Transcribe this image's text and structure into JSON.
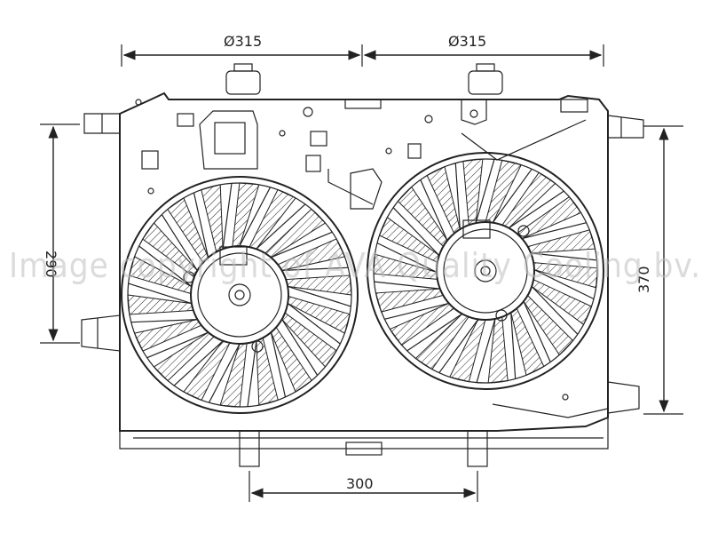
{
  "dimensions": {
    "fan_left_diameter": "Ø315",
    "fan_right_diameter": "Ø315",
    "left_height": "290",
    "right_height": "370",
    "bottom_width": "300"
  },
  "watermark": "Image copyright of AVA Quality Cooling bv.",
  "colors": {
    "line": "#222222",
    "watermark": "#bfbfbf",
    "background": "#ffffff"
  },
  "fans": [
    {
      "id": "left",
      "blade_count": 18
    },
    {
      "id": "right",
      "blade_count": 18
    }
  ]
}
